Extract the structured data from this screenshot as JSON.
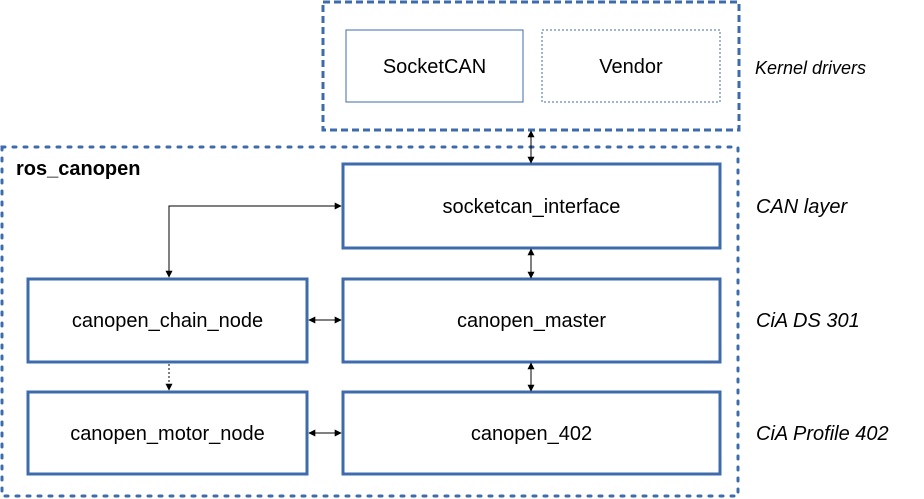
{
  "kernel": {
    "title": "Kernel drivers",
    "socketcan": "SocketCAN",
    "vendor": "Vendor"
  },
  "group": {
    "title": "ros_canopen"
  },
  "boxes": {
    "socketcan_interface": "socketcan_interface",
    "canopen_chain_node": "canopen_chain_node",
    "canopen_master": "canopen_master",
    "canopen_motor_node": "canopen_motor_node",
    "canopen_402": "canopen_402"
  },
  "layers": {
    "can_layer": "CAN layer",
    "cia_ds301": "CiA DS 301",
    "cia_profile402": "CiA Profile 402"
  },
  "colors": {
    "border": "#3d6bab",
    "arrow": "#000000"
  }
}
